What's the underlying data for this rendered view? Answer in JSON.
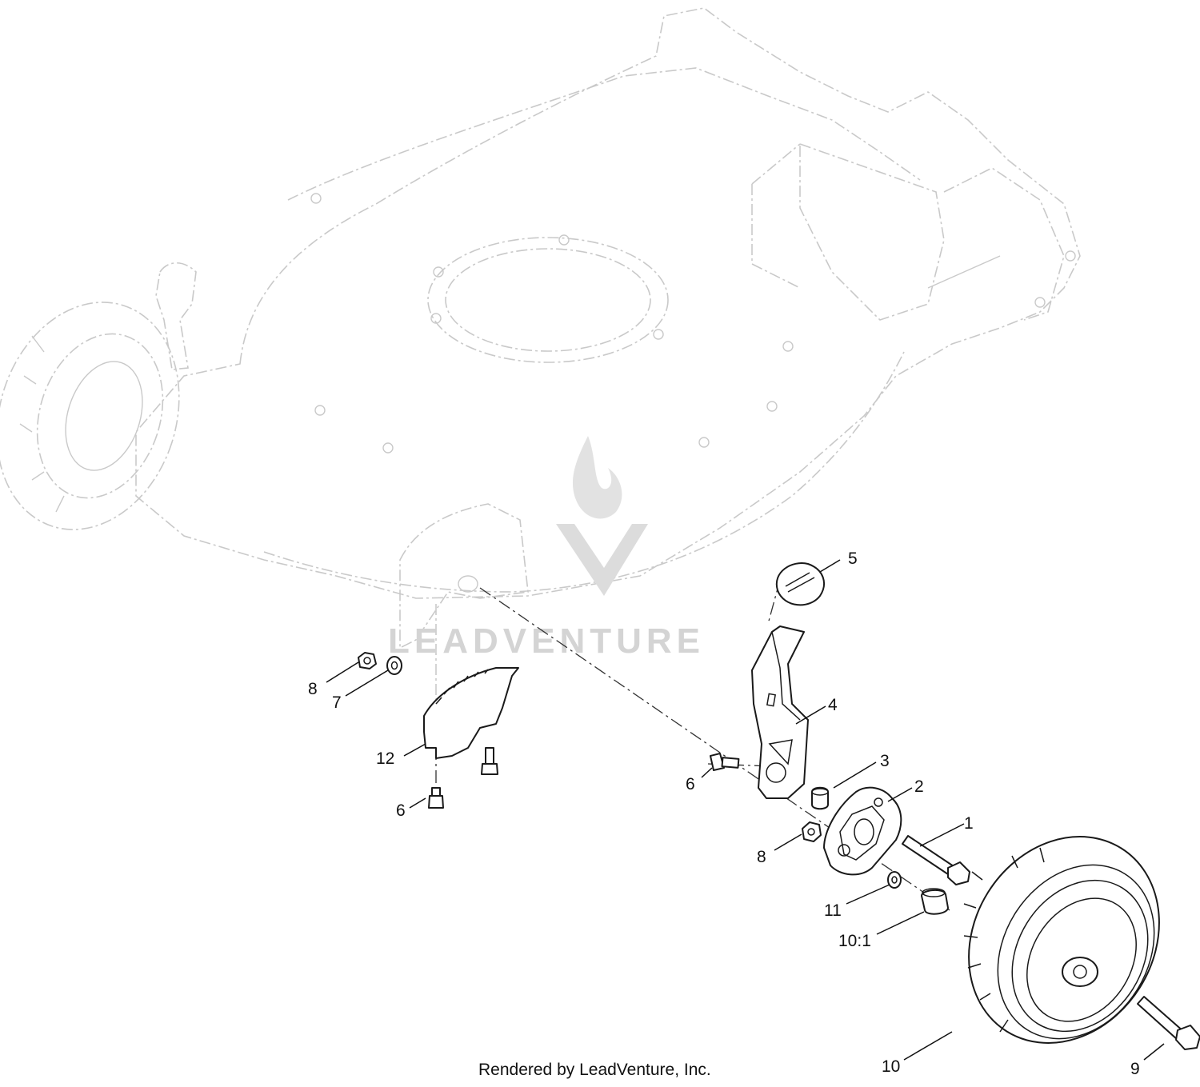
{
  "watermark": "LEADVENTURE",
  "footer": "Rendered by LeadVenture, Inc.",
  "callouts": {
    "c1": "1",
    "c2": "2",
    "c3": "3",
    "c4": "4",
    "c5": "5",
    "c6a": "6",
    "c6b": "6",
    "c7": "7",
    "c8a": "8",
    "c8b": "8",
    "c9": "9",
    "c10": "10",
    "c10_1": "10:1",
    "c11": "11",
    "c12": "12"
  },
  "colors": {
    "ghost_line": "#c9c9c9",
    "part_line": "#1a1a1a",
    "watermark": "#d4d4d4"
  }
}
